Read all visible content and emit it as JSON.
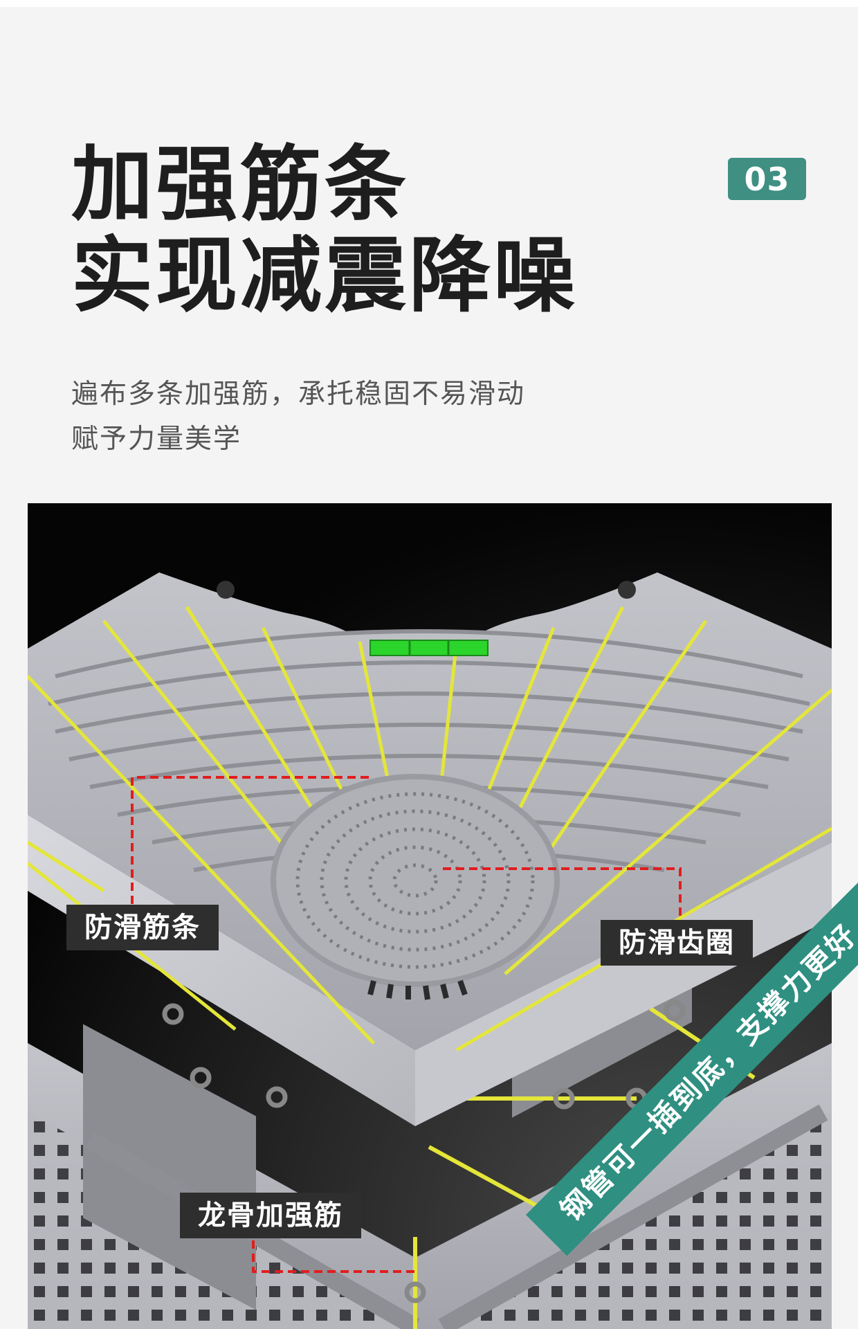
{
  "headline": {
    "line1": "加强筋条",
    "line2": "实现减震降噪"
  },
  "badge": "03",
  "description": {
    "line1": "遍布多条加强筋，承托稳固不易滑动",
    "line2": "赋予力量美学"
  },
  "labels": {
    "anti_slip_ribs": "防滑筋条",
    "anti_slip_ring": "防滑齿圈",
    "keel_ribs": "龙骨加强筋",
    "band_text": "钢管可一插到底，支撑力更好"
  },
  "colors": {
    "accent": "#3f8f83",
    "highlight_yellow": "#e4e63a",
    "callout_red": "#e11d1d",
    "level_green": "#2bd52b"
  }
}
